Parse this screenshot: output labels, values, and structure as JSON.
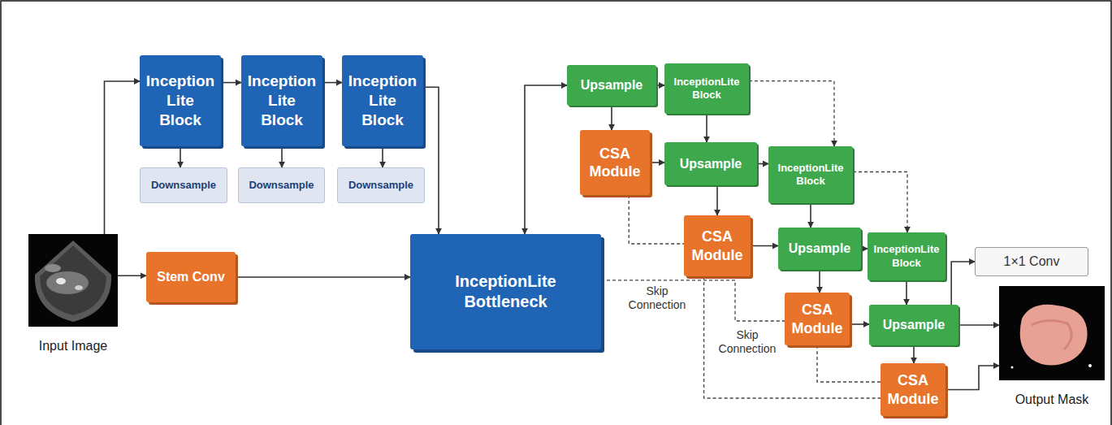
{
  "diagram": {
    "nodes": [
      {
        "text": [
          "Input Image"
        ]
      },
      {
        "text": [
          "Inception Lite Block"
        ]
      },
      {
        "text": [
          "Inception Lite Block"
        ]
      },
      {
        "text": [
          "Inception Lite Block"
        ]
      },
      {
        "text": [
          "Downsample"
        ]
      },
      {
        "text": [
          "Downsample"
        ]
      },
      {
        "text": [
          "Downsample"
        ]
      },
      {
        "text": [
          "Stem Conv"
        ]
      },
      {
        "text": [
          "InceptionLite Bottleneck"
        ]
      },
      {
        "text": [
          "Upsample"
        ]
      },
      {
        "text": [
          "InceptionLite Block"
        ]
      },
      {
        "text": [
          "CSA Module"
        ]
      },
      {
        "text": [
          "Upsample"
        ]
      },
      {
        "text": [
          "InceptionLite Block"
        ]
      },
      {
        "text": [
          "CSA Module"
        ]
      },
      {
        "text": [
          "Upsample"
        ]
      },
      {
        "text": [
          "InceptionLite Block"
        ]
      },
      {
        "text": [
          "CSA Module"
        ]
      },
      {
        "text": [
          "Upsample"
        ]
      },
      {
        "text": [
          "CSA Module"
        ]
      },
      {
        "text": [
          "1×1 Conv"
        ]
      },
      {
        "text": [
          "Output Mask"
        ]
      }
    ],
    "edges": [
      {
        "from": 0,
        "to": 1,
        "arrow": "to"
      },
      {
        "from": 0,
        "to": 7,
        "arrow": "to"
      },
      {
        "from": 1,
        "to": 2,
        "arrow": "to"
      },
      {
        "from": 2,
        "to": 3,
        "arrow": "to"
      },
      {
        "from": 1,
        "to": 4,
        "arrow": "to"
      },
      {
        "from": 2,
        "to": 5,
        "arrow": "to"
      },
      {
        "from": 3,
        "to": 6,
        "arrow": "to"
      },
      {
        "from": 3,
        "to": 8,
        "arrow": "to"
      },
      {
        "from": 7,
        "to": 8,
        "arrow": "to"
      },
      {
        "from": 8,
        "to": 9,
        "arrow": "both"
      },
      {
        "from": 9,
        "to": 10,
        "arrow": "to"
      },
      {
        "from": 9,
        "to": 11,
        "arrow": "to"
      },
      {
        "from": 11,
        "to": 12,
        "arrow": "to"
      },
      {
        "from": 10,
        "to": 12,
        "arrow": "to"
      },
      {
        "from": 12,
        "to": 13,
        "arrow": "to"
      },
      {
        "from": 12,
        "to": 14,
        "arrow": "to"
      },
      {
        "from": 14,
        "to": 15,
        "arrow": "to"
      },
      {
        "from": 13,
        "to": 15,
        "arrow": "to"
      },
      {
        "from": 15,
        "to": 16,
        "arrow": "to"
      },
      {
        "from": 15,
        "to": 17,
        "arrow": "to"
      },
      {
        "from": 17,
        "to": 18,
        "arrow": "to"
      },
      {
        "from": 16,
        "to": 18,
        "arrow": "to"
      },
      {
        "from": 18,
        "to": 19,
        "arrow": "to"
      },
      {
        "from": 18,
        "to": 20,
        "arrow": "to"
      },
      {
        "from": 18,
        "to": 21,
        "arrow": "to"
      },
      {
        "from": 19,
        "to": 21,
        "arrow": "to"
      },
      {
        "from": 10,
        "to": 13,
        "arrow": "to"
      },
      {
        "from": 13,
        "to": 16,
        "arrow": "to"
      },
      {
        "from": 11,
        "to": 14,
        "arrow": "none"
      },
      {
        "from": 8,
        "to": 17,
        "label": "Skip Connection",
        "arrow": "none"
      },
      {
        "from": 14,
        "to": 19,
        "label": "Skip Connection",
        "arrow": "none"
      },
      {
        "from": 17,
        "to": 19,
        "arrow": "none"
      }
    ]
  }
}
